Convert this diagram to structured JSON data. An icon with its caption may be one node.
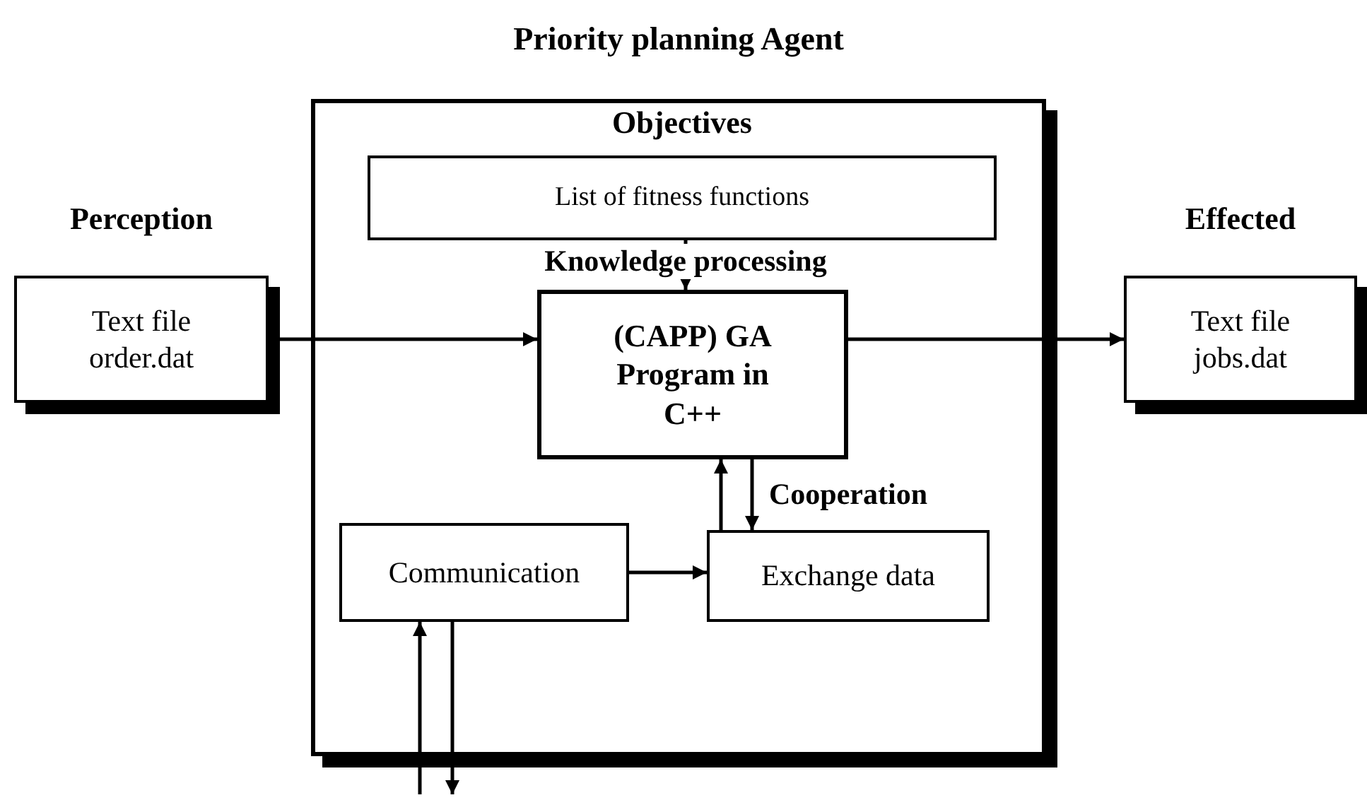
{
  "diagram": {
    "nodes": [
      {
        "text": [
          "Priority planning Agent"
        ]
      },
      {
        "text": [
          "Perception",
          "Text file order.dat"
        ]
      },
      {
        "text": [
          "Objectives",
          "List of fitness functions"
        ],
        "in": 0
      },
      {
        "text": [
          "(CAPP) GA Program in C++"
        ],
        "in": 0
      },
      {
        "text": [
          "Communication"
        ],
        "in": 0
      },
      {
        "text": [
          "Exchange data"
        ],
        "in": 0
      },
      {
        "text": [
          "Effected",
          "Text file jobs.dat"
        ]
      }
    ],
    "edges": [
      {
        "from": 2,
        "to": 3,
        "arrow": "to",
        "label": "Knowledge processing"
      },
      {
        "from": 1,
        "to": 3,
        "arrow": "to"
      },
      {
        "from": 3,
        "to": 6,
        "arrow": "to"
      },
      {
        "from": 5,
        "to": 3,
        "arrow": "to"
      },
      {
        "from": 3,
        "to": 5,
        "arrow": "to",
        "label": "Cooperation"
      },
      {
        "from": 4,
        "to": 5,
        "arrow": "to"
      },
      {
        "from": null,
        "to": 4,
        "arrow": "to"
      },
      {
        "from": 4,
        "to": null,
        "arrow": "to"
      }
    ]
  }
}
